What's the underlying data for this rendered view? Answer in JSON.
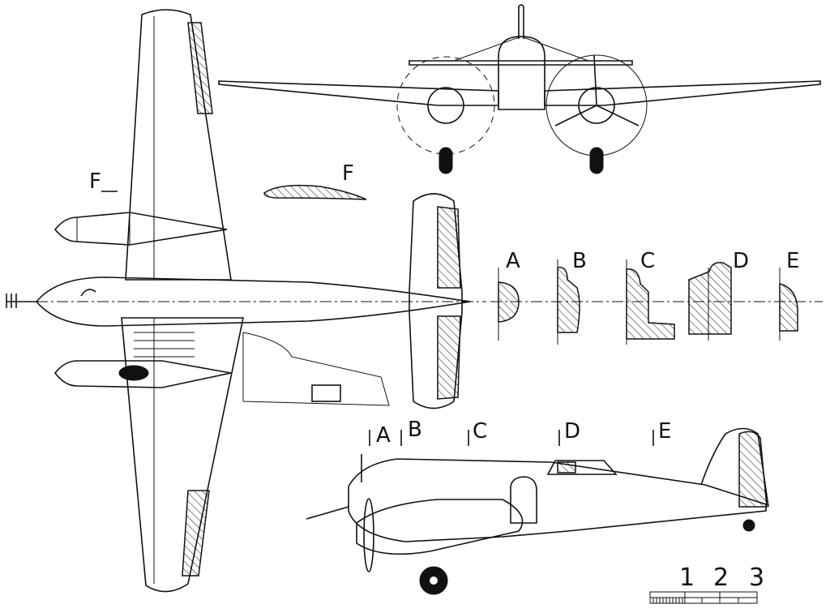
{
  "drawing": {
    "plan_section_label": "F",
    "airfoil_label": "F",
    "sections": [
      "A",
      "B",
      "C",
      "D",
      "E"
    ],
    "side_stations": [
      "A",
      "B",
      "C",
      "D",
      "E"
    ],
    "scale_labels": [
      "1",
      "2",
      "3"
    ]
  }
}
